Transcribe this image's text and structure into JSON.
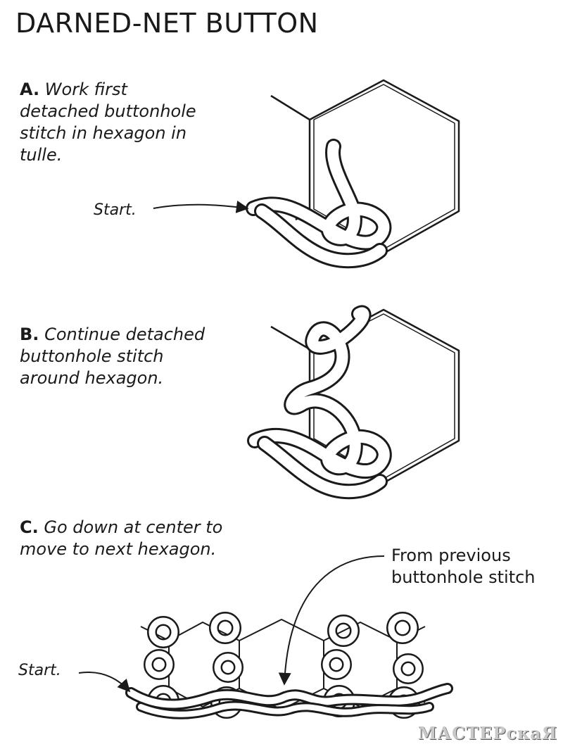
{
  "title": "DARNED-NET BUTTON",
  "steps": [
    {
      "letter": "A.",
      "text_lines": [
        "Work first",
        "detached buttonhole",
        "stitch in hexagon in",
        "tulle."
      ],
      "start_label": "Start."
    },
    {
      "letter": "B.",
      "text_lines": [
        "Continue detached",
        "buttonhole stitch",
        "around hexagon."
      ]
    },
    {
      "letter": "C.",
      "text_lines": [
        "Go down at center to",
        "move to next hexagon."
      ],
      "start_label": "Start.",
      "from_label_lines": [
        "From previous",
        "buttonhole stitch"
      ]
    }
  ],
  "watermark": "МАСТЕРскаЯ",
  "icons": [
    "hexagon-net",
    "thread-loop",
    "arrow"
  ]
}
